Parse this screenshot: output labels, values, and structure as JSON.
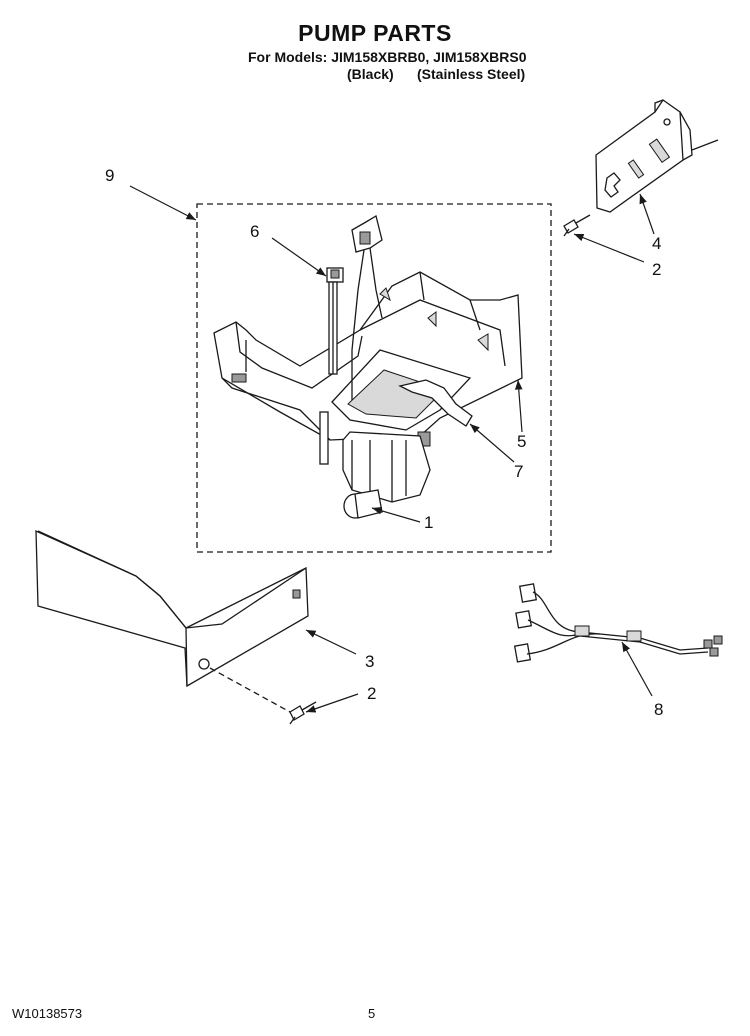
{
  "header": {
    "title": "PUMP PARTS",
    "models": "For Models: JIM158XBRB0, JIM158XBRS0",
    "variants": "(Black)      (Stainless Steel)"
  },
  "callouts": [
    "9",
    "6",
    "4",
    "2",
    "5",
    "7",
    "1",
    "3",
    "2",
    "8"
  ],
  "footer": {
    "doc_number": "W10138573",
    "page_number": "5"
  }
}
